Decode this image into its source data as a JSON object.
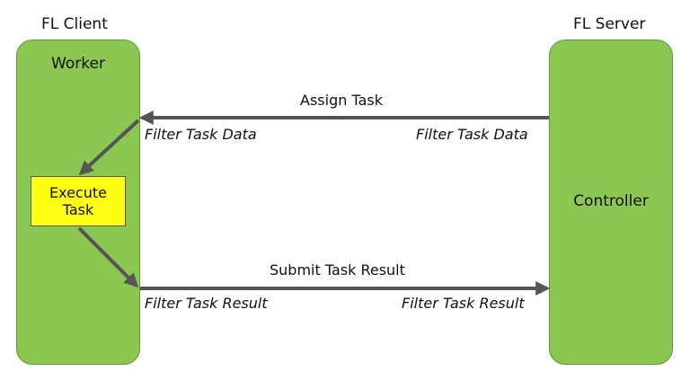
{
  "client": {
    "title": "FL Client",
    "panel_label": "Worker",
    "task_box": {
      "line1": "Execute",
      "line2": "Task"
    }
  },
  "server": {
    "title": "FL Server",
    "panel_label": "Controller"
  },
  "assign_flow": {
    "label": "Assign Task",
    "client_filter": "Filter Task Data",
    "server_filter": "Filter Task Data"
  },
  "submit_flow": {
    "label": "Submit Task Result",
    "client_filter": "Filter Task Result",
    "server_filter": "Filter Task Result"
  },
  "colors": {
    "panel_fill": "#8cc751",
    "task_fill": "#ffff14",
    "arrow": "#555555"
  }
}
